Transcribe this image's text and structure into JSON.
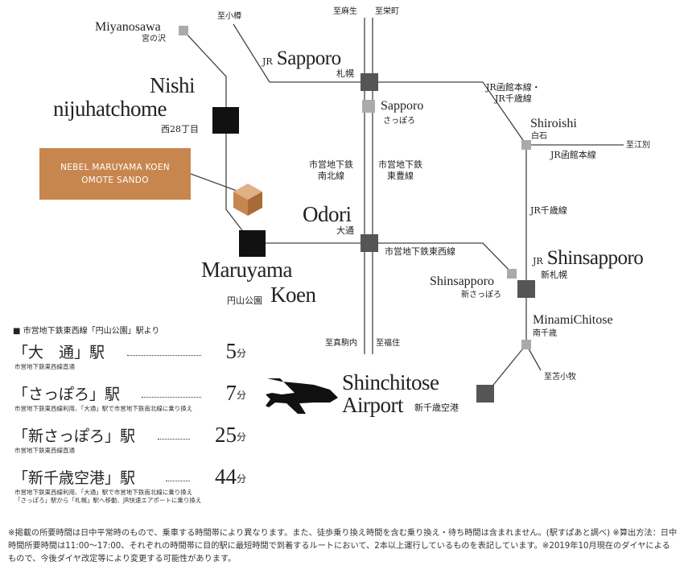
{
  "stations": {
    "miyanosawa": {
      "en": "Miyanosawa",
      "jp": "宮の沢"
    },
    "nishi": {
      "en1": "Nishi",
      "en2": "nijuhatchome",
      "jp": "西28丁目"
    },
    "sapporo_jr": {
      "prefix": "JR",
      "en": "Sapporo",
      "jp": "札幌"
    },
    "sapporo_sub": {
      "en": "Sapporo",
      "jp": "さっぽろ"
    },
    "shiroishi": {
      "en": "Shiroishi",
      "jp": "白石"
    },
    "odori": {
      "en": "Odori",
      "jp": "大通"
    },
    "maruyama": {
      "en1": "Maruyama",
      "en2": "Koen",
      "jp": "円山公園"
    },
    "shinsapporo_jr": {
      "prefix": "JR",
      "en": "Shinsapporo",
      "jp": "新札幌"
    },
    "shinsapporo_sub": {
      "en": "Shinsapporo",
      "jp": "新さっぽろ"
    },
    "minamichitose": {
      "en": "MinamiChitose",
      "jp": "南千歳"
    },
    "airport": {
      "en1": "Shinchitose",
      "en2": "Airport",
      "jp": "新千歳空港"
    }
  },
  "lines": {
    "hakodate_chitose": [
      "JR函館本線・",
      "JR千歳線"
    ],
    "hakodate": "JR函館本線",
    "chitose": "JR千歳線",
    "namboku": [
      "市営地下鉄",
      "南北線"
    ],
    "toho": [
      "市営地下鉄",
      "東豊線"
    ],
    "tozai": "市営地下鉄東西線"
  },
  "directions": {
    "otaru": "至小樽",
    "asabu": "至麻生",
    "sakaemachi": "至栄町",
    "ebetsu": "至江別",
    "makomanai": "至真駒内",
    "fukuzumi": "至福住",
    "tomakomai": "至苫小牧"
  },
  "callout": {
    "line1": "NEBEL MARUYAMA KOEN",
    "line2": "OMOTE SANDO"
  },
  "times": {
    "header": "■ 市営地下鉄東西線「円山公園」駅より",
    "rows": [
      {
        "station": "「大　通」駅",
        "minutes": "5",
        "unit": "分",
        "note": [
          "市営地下鉄東西線直通"
        ]
      },
      {
        "station": "「さっぽろ」駅",
        "minutes": "7",
        "unit": "分",
        "note": [
          "市営地下鉄東西線利用、「大通」駅で市営地下鉄南北線に乗り換え"
        ]
      },
      {
        "station": "「新さっぽろ」駅",
        "minutes": "25",
        "unit": "分",
        "note": [
          "市営地下鉄東西線直通"
        ]
      },
      {
        "station": "「新千歳空港」駅",
        "minutes": "44",
        "unit": "分",
        "note": [
          "市営地下鉄東西線利用、「大通」駅で市営地下鉄南北線に乗り換え",
          "「さっぽろ」駅から「札幌」駅へ移動、JR快速エアポートに乗り換え"
        ]
      }
    ]
  },
  "footnote": "※掲載の所要時間は日中平常時のもので、乗車する時間帯により異なります。また、徒歩乗り換え時間を含む乗り換え・待ち時間は含まれません。(駅すぱあと調べ) ※算出方法：日中時間所要時間は11:00～17:00、それぞれの時間帯に目的駅に最短時間で到着するルートにおいて、2本以上運行しているものを表記しています。※2019年10月現在のダイヤによるもので、今後ダイヤ改定等により変更する可能性があります。",
  "colors": {
    "accent": "#c8864f",
    "station_dark": "#555555",
    "station_light": "#aaaaaa",
    "line": "#444444"
  }
}
